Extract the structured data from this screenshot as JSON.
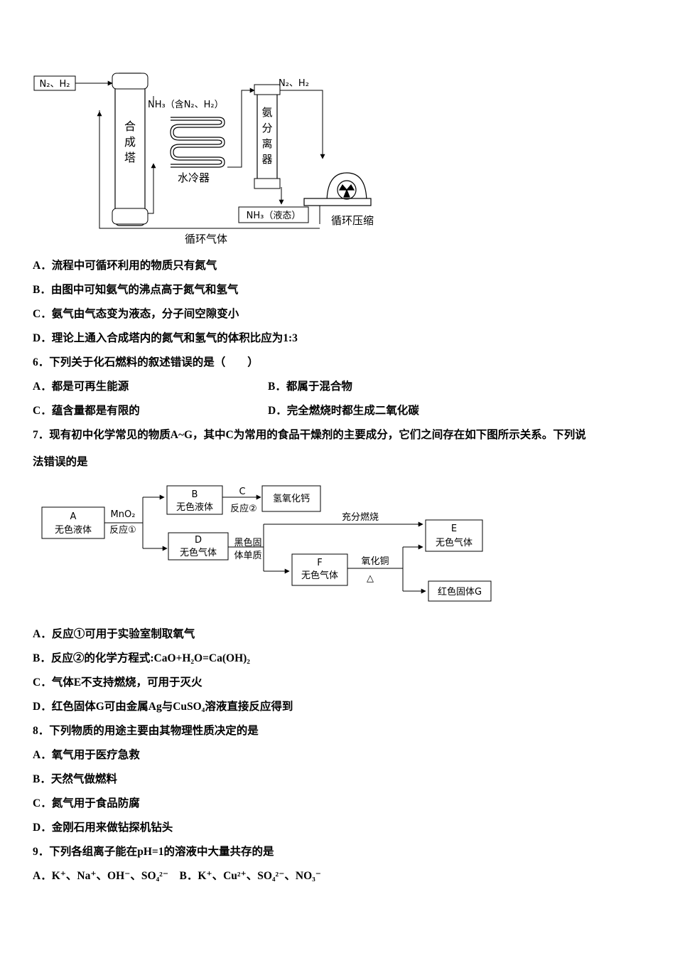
{
  "diagram1": {
    "inlet": "N₂、H₂",
    "tower": [
      "合",
      "成",
      "塔"
    ],
    "nh3_mix": "NH₃（含N₂、H₂）",
    "cooler": "水冷器",
    "separator": [
      "氨",
      "分",
      "离",
      "器"
    ],
    "top_gas": "N₂、H₂",
    "liquid": "NH₃（液态）",
    "compressor": "循环压缩",
    "recycle": "循环气体"
  },
  "q5_options": [
    "A．流程中可循环利用的物质只有氮气",
    "B．由图中可知氨气的沸点高于氮气和氢气",
    "C．氨气由气态变为液态，分子间空隙变小",
    "D．理论上通入合成塔内的氮气和氢气的体积比应为1:3"
  ],
  "q6": {
    "stem": "6．下列关于化石燃料的叙述错误的是（　　）",
    "A": "A．都是可再生能源",
    "B": "B．都属于混合物",
    "C": "C．蕴含量都是有限的",
    "D": "D．完全燃烧时都生成二氧化碳"
  },
  "q7": {
    "stem_line1": "7．现有初中化学常见的物质A~G，其中C为常用的食品干燥剂的主要成分，它们之间存在如下图所示关系。下列说",
    "stem_line2": "法错误的是",
    "options": [
      "A．反应①可用于实验室制取氧气",
      "B．反应②的化学方程式:CaO+H₂O=Ca(OH)₂",
      "C．气体E不支持燃烧，可用于灭火",
      "D．红色固体G可由金属Ag与CuSO₄溶液直接反应得到"
    ]
  },
  "diagram2": {
    "A_letter": "A",
    "A_desc": "无色液体",
    "mno2": "MnO₂",
    "r1": "反应①",
    "B_letter": "B",
    "B_desc": "无色液体",
    "C_letter": "C",
    "r2": "反应②",
    "caoh": "氢氧化钙",
    "D_letter": "D",
    "D_desc": "无色气体",
    "black1": "黑色固",
    "black2": "体单质",
    "burn": "充分燃烧",
    "E_letter": "E",
    "E_desc": "无色气体",
    "F_letter": "F",
    "F_desc": "无色气体",
    "cuo": "氧化铜",
    "heat": "△",
    "G_desc": "红色固体G"
  },
  "q8": {
    "stem": "8．下列物质的用途主要由其物理性质决定的是",
    "options": [
      "A．氧气用于医疗急救",
      "B．天然气做燃料",
      "C．氮气用于食品防腐",
      "D．金刚石用来做钻探机钻头"
    ]
  },
  "q9": {
    "stem": "9．下列各组离子能在pH=1的溶液中大量共存的是",
    "options": "A．K⁺、Na⁺、OH⁻、SO₄²⁻　B．K⁺、Cu²⁺、SO₄²⁻、NO₃⁻"
  }
}
